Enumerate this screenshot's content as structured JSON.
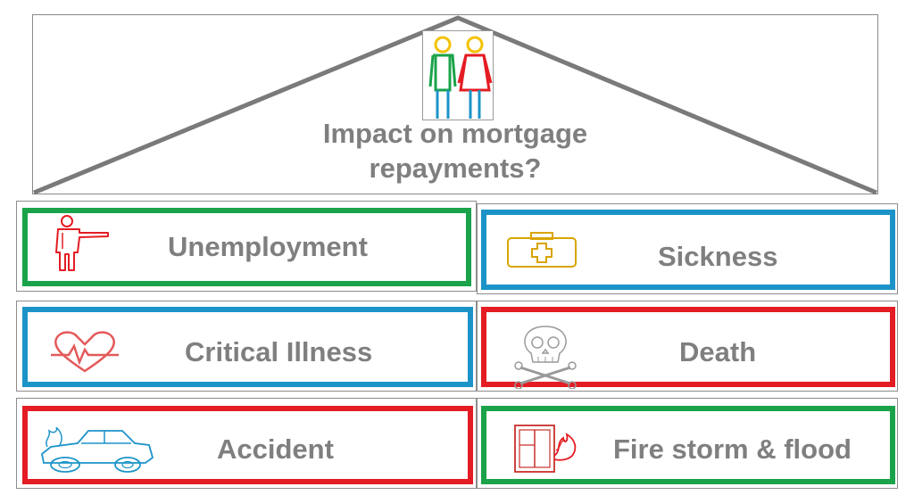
{
  "headline": {
    "line1": "Impact on mortgage",
    "line2": "repayments?"
  },
  "colors": {
    "green": "#1aa34a",
    "blue": "#1c93c8",
    "red": "#e41c23",
    "label_gray": "#7f7f7f",
    "roof_gray": "#7a7a7a"
  },
  "risks": [
    {
      "id": "unemployment",
      "label": "Unemployment",
      "color": "green",
      "icon": "person-pointing-icon"
    },
    {
      "id": "sickness",
      "label": "Sickness",
      "color": "blue",
      "icon": "medical-kit-icon"
    },
    {
      "id": "critical-illness",
      "label": "Critical Illness",
      "color": "blue",
      "icon": "heartbeat-icon"
    },
    {
      "id": "death",
      "label": "Death",
      "color": "red",
      "icon": "skull-crossbones-icon"
    },
    {
      "id": "accident",
      "label": "Accident",
      "color": "red",
      "icon": "crashed-car-icon"
    },
    {
      "id": "fire-storm-flood",
      "label": "Fire storm & flood",
      "color": "green",
      "icon": "burning-window-icon"
    }
  ]
}
